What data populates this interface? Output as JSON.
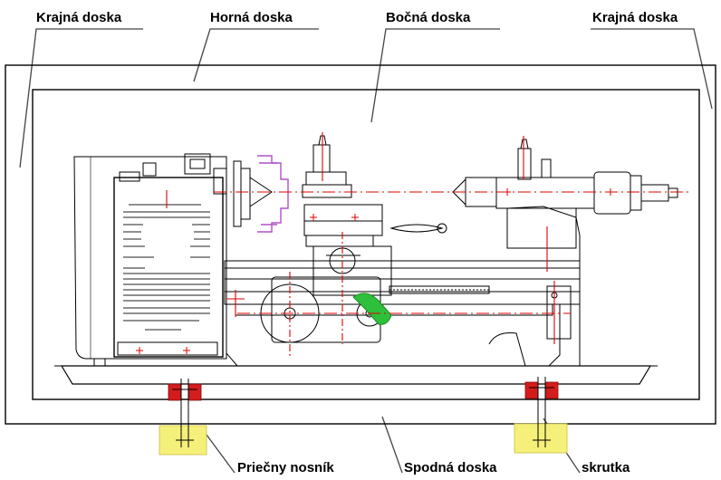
{
  "labels": {
    "end_board_left": "Krajná doska",
    "top_board": "Horná doska",
    "side_board": "Bočná doska",
    "end_board_right": "Krajná doska",
    "cross_beam": "Priečny nosník",
    "bottom_board": "Spodná doska",
    "screw": "skrutka"
  },
  "colors": {
    "lines": "#000000",
    "leader": "#444444",
    "center_lines": "#e00000",
    "highlight_purple": "#b050c8",
    "highlight_green": "#2ec03a",
    "beam_fill": "#f5f07a",
    "clamp_fill": "#d41c1c"
  }
}
